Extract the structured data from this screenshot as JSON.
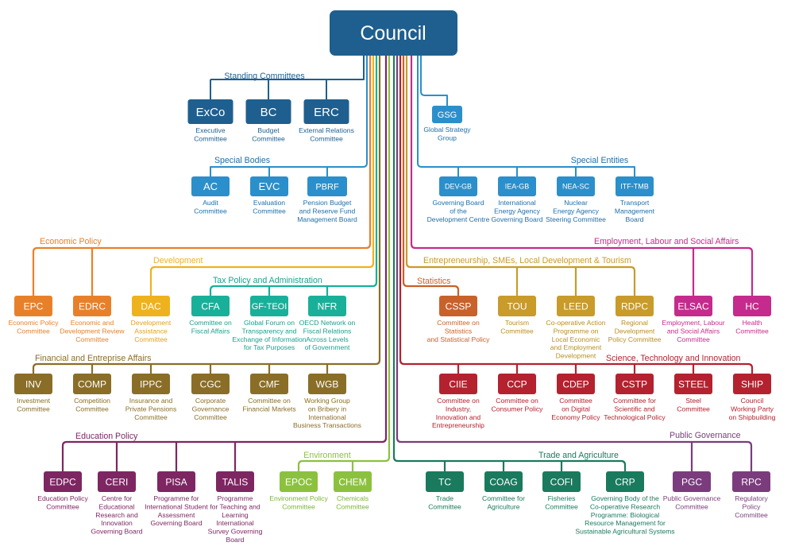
{
  "council": "Council",
  "colors": {
    "navy": "#1f5f8f",
    "blue": "#2b8fcb",
    "orange": "#e8802a",
    "yellow": "#efb21f",
    "teal": "#19b09a",
    "olive": "#8a6e28",
    "gold": "#c89b2a",
    "rust": "#c9612b",
    "magenta": "#c42b8c",
    "red": "#b3222e",
    "purple": "#7d2662",
    "lime": "#8cc13f",
    "green": "#1a7a5e",
    "violet": "#7a3c7c"
  },
  "groups": {
    "standing": "Standing Committees",
    "special_bodies": "Special Bodies",
    "special_entities": "Special Entities",
    "economic": "Economic Policy",
    "development": "Development",
    "tax": "Tax Policy and Administration",
    "financial": "Financial and Entreprise Affairs",
    "education": "Education Policy",
    "environment": "Environment",
    "trade": "Trade and Agriculture",
    "employment": "Employment, Labour and Social Affairs",
    "entrepreneurship": "Entrepreneurship, SMEs, Local Development & Tourism",
    "statistics": "Statistics",
    "science": "Science, Technology and Innovation",
    "governance": "Public Governance"
  },
  "committees": [
    {
      "key": "exco",
      "label": "ExCo",
      "color": "navy",
      "desc": [
        "Executive",
        "Committee"
      ]
    },
    {
      "key": "bc",
      "label": "BC",
      "color": "navy",
      "desc": [
        "Budget",
        "Committee"
      ]
    },
    {
      "key": "erc",
      "label": "ERC",
      "color": "navy",
      "desc": [
        "External Relations",
        "Committee"
      ]
    },
    {
      "key": "gsg",
      "label": "GSG",
      "color": "blue",
      "desc": [
        "Global Strategy",
        "Group"
      ]
    },
    {
      "key": "ac",
      "label": "AC",
      "color": "blue",
      "desc": [
        "Audit",
        "Committee"
      ]
    },
    {
      "key": "evc",
      "label": "EVC",
      "color": "blue",
      "desc": [
        "Evaluation",
        "Committee"
      ]
    },
    {
      "key": "pbrf",
      "label": "PBRF",
      "color": "blue",
      "desc": [
        "Pension Budget",
        "and Reserve Fund",
        "Management Board"
      ]
    },
    {
      "key": "devgb",
      "label": "DEV-GB",
      "color": "blue",
      "desc": [
        "Governing Board",
        "of the",
        "Development Centre"
      ]
    },
    {
      "key": "ieagb",
      "label": "IEA-GB",
      "color": "blue",
      "desc": [
        "International",
        "Energy Agency",
        "Governing Board"
      ]
    },
    {
      "key": "neasc",
      "label": "NEA-SC",
      "color": "blue",
      "desc": [
        "Nuclear",
        "Energy Agency",
        "Steering Committee"
      ]
    },
    {
      "key": "itftmb",
      "label": "ITF-TMB",
      "color": "blue",
      "desc": [
        "Transport",
        "Management",
        "Board"
      ]
    },
    {
      "key": "epc",
      "label": "EPC",
      "color": "orange",
      "desc": [
        "Economic Policy",
        "Committee"
      ]
    },
    {
      "key": "edrc",
      "label": "EDRC",
      "color": "orange",
      "desc": [
        "Economic and",
        "Development Review",
        "Committee"
      ]
    },
    {
      "key": "dac",
      "label": "DAC",
      "color": "yellow",
      "desc": [
        "Development",
        "Assistance",
        "Committee"
      ]
    },
    {
      "key": "cfa",
      "label": "CFA",
      "color": "teal",
      "desc": [
        "Committee on",
        "Fiscal Affairs"
      ]
    },
    {
      "key": "gfteoi",
      "label": "GF-TEOI",
      "color": "teal",
      "desc": [
        "Global Forum on",
        "Transparency and",
        "Exchange of Information",
        "for Tax Purposes"
      ]
    },
    {
      "key": "nfr",
      "label": "NFR",
      "color": "teal",
      "desc": [
        "OECD Network on",
        "Fiscal Relations",
        "Across Levels",
        "of Government"
      ]
    },
    {
      "key": "cssp",
      "label": "CSSP",
      "color": "rust",
      "desc": [
        "Committee on",
        "Statistics",
        "and Statistical Policy"
      ]
    },
    {
      "key": "tou",
      "label": "TOU",
      "color": "gold",
      "desc": [
        "Tourism",
        "Committee"
      ]
    },
    {
      "key": "leed",
      "label": "LEED",
      "color": "gold",
      "desc": [
        "Co-operative Action",
        "Programme on",
        "Local Economic",
        "and Employment",
        "Development"
      ]
    },
    {
      "key": "rdpc",
      "label": "RDPC",
      "color": "gold",
      "desc": [
        "Regional",
        "Development",
        "Policy Committee"
      ]
    },
    {
      "key": "elsac",
      "label": "ELSAC",
      "color": "magenta",
      "desc": [
        "Employment, Labour",
        "and Social Affairs",
        "Committee"
      ]
    },
    {
      "key": "hc",
      "label": "HC",
      "color": "magenta",
      "desc": [
        "Health",
        "Committee"
      ]
    },
    {
      "key": "inv",
      "label": "INV",
      "color": "olive",
      "desc": [
        "Investment",
        "Committee"
      ]
    },
    {
      "key": "comp",
      "label": "COMP",
      "color": "olive",
      "desc": [
        "Competition",
        "Committee"
      ]
    },
    {
      "key": "ippc",
      "label": "IPPC",
      "color": "olive",
      "desc": [
        "Insurance and",
        "Private Pensions",
        "Committee"
      ]
    },
    {
      "key": "cgc",
      "label": "CGC",
      "color": "olive",
      "desc": [
        "Corporate",
        "Governance",
        "Committee"
      ]
    },
    {
      "key": "cmf",
      "label": "CMF",
      "color": "olive",
      "desc": [
        "Committee on",
        "Financial Markets"
      ]
    },
    {
      "key": "wgb",
      "label": "WGB",
      "color": "olive",
      "desc": [
        "Working Group",
        "on Bribery in",
        "International",
        "Business Transactions"
      ]
    },
    {
      "key": "ciie",
      "label": "CIIE",
      "color": "red",
      "desc": [
        "Committee on",
        "Industry,",
        "Innovation and",
        "Entrepreneurship"
      ]
    },
    {
      "key": "ccp",
      "label": "CCP",
      "color": "red",
      "desc": [
        "Committee on",
        "Consumer Policy"
      ]
    },
    {
      "key": "cdep",
      "label": "CDEP",
      "color": "red",
      "desc": [
        "Committee",
        "on Digital",
        "Economy Policy"
      ]
    },
    {
      "key": "cstp",
      "label": "CSTP",
      "color": "red",
      "desc": [
        "Committee for",
        "Scientific and",
        "Technological Policy"
      ]
    },
    {
      "key": "steel",
      "label": "STEEL",
      "color": "red",
      "desc": [
        "Steel",
        "Committee"
      ]
    },
    {
      "key": "ship",
      "label": "SHIP",
      "color": "red",
      "desc": [
        "Council",
        "Working Party",
        "on Shipbuilding"
      ]
    },
    {
      "key": "edpc",
      "label": "EDPC",
      "color": "purple",
      "desc": [
        "Education Policy",
        "Committee"
      ]
    },
    {
      "key": "ceri",
      "label": "CERI",
      "color": "purple",
      "desc": [
        "Centre for",
        "Educational",
        "Research and",
        "Innovation",
        "Governing Board"
      ]
    },
    {
      "key": "pisa",
      "label": "PISA",
      "color": "purple",
      "desc": [
        "Programme for",
        "International Student",
        "Assessment",
        "Governing Board"
      ]
    },
    {
      "key": "talis",
      "label": "TALIS",
      "color": "purple",
      "desc": [
        "Programme",
        "for Teaching and",
        "Learning",
        "International",
        "Survey Governing",
        "Board"
      ]
    },
    {
      "key": "epoc",
      "label": "EPOC",
      "color": "lime",
      "desc": [
        "Environment Policy",
        "Committee"
      ]
    },
    {
      "key": "chem",
      "label": "CHEM",
      "color": "lime",
      "desc": [
        "Chemicals",
        "Committee"
      ]
    },
    {
      "key": "tc",
      "label": "TC",
      "color": "green",
      "desc": [
        "Trade",
        "Committee"
      ]
    },
    {
      "key": "coag",
      "label": "COAG",
      "color": "green",
      "desc": [
        "Committee for",
        "Agriculture"
      ]
    },
    {
      "key": "cofi",
      "label": "COFI",
      "color": "green",
      "desc": [
        "Fisheries",
        "Committee"
      ]
    },
    {
      "key": "crp",
      "label": "CRP",
      "color": "green",
      "desc": [
        "Governing Body of the",
        "Co-operative Research",
        "Programme: Biological",
        "Resource Management for",
        "Sustainable Agricultural Systems"
      ]
    },
    {
      "key": "pgc",
      "label": "PGC",
      "color": "violet",
      "desc": [
        "Public Governance",
        "Committee"
      ]
    },
    {
      "key": "rpc",
      "label": "RPC",
      "color": "violet",
      "desc": [
        "Regulatory",
        "Policy",
        "Committee"
      ]
    }
  ]
}
